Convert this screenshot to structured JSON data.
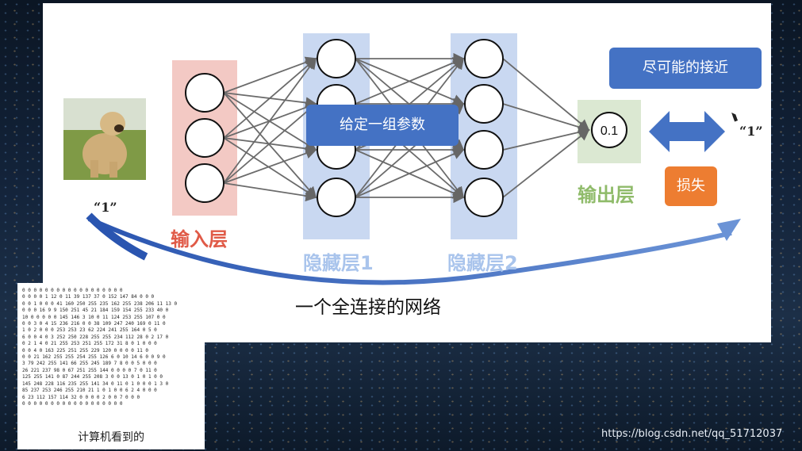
{
  "diagram": {
    "input_label": "“1”",
    "output_label": "“1”",
    "layers": {
      "input": "输入层",
      "hidden1": "隐藏层1",
      "hidden2": "隐藏层2",
      "output": "输出层"
    },
    "output_value": "0.1",
    "param_box": "给定一组参数",
    "approach_box": "尽可能的接近",
    "loss_box": "损失",
    "caption": "一个全连接的网络"
  },
  "matrix": {
    "caption": "计算机看到的",
    "rows": [
      "0 0 0 0 0 0 0 0 0 0 0 0 0 0 0 0 0 0",
      "0 0 0 0 1 12 0 11 39 137 37 0 152 147 84 0 0 0",
      "0 0 1 0 0 0 41 160 250 255 235 162 255 238 206 11 13 0",
      "0 0 0 16 9 9 150 251 45 21 184 159 154 255 233 40 0",
      "10 0 0 0 0 0 145 146 3 10 0 11 124 253 255 107 0 0",
      "0 0 3 0 4 15 236 216 0 0 38 109 247 240 169 0 11 0",
      "1 0 2 0 0 0 253 253 23 62 224 241 255 164 0 5 0",
      "6 0 0 4 0 3 252 250 228 255 255 234 112 28 0 2 17 0",
      "0 2 1 4 0 21 255 253 251 255 172 31 8 0 1 0 0 0",
      "0 0 4 0 163 225 251 255 229 120 0 0 0 0 11 0",
      "0 0 21 162 255 255 254 255 126 6 0 10 14 6 0 0 9 0",
      "3 79 242 255 141 66 255 245 189 7 8 0 0 5 0 0 0",
      "26 221 237 98 0 67 251 255 144 0 0 0 0 7 0 11 0",
      "125 255 141 0 87 244 255 208 3 0 0 13 0 1 0 1 0 0",
      "145 248 228 116 235 255 141 34 0 11 0 1 0 0 0 1 3 0",
      "85 237 253 246 255 210 21 1 0 1 0 0 6 2 4 0 0 0",
      "6 23 112 157 114 32 0 0 0 0 2 0 0 7 0 0 0",
      "0 0 0 0 0 0 0 0 0 0 0 0 0 0 0 0 0 0"
    ]
  },
  "watermark": "https://blog.csdn.net/qq_51712037",
  "colors": {
    "input_layer": "#f3c9c4",
    "hidden_layer": "#c9d8f1",
    "output_layer": "#dbe8d2",
    "input_text": "#e05a47",
    "hidden_text": "#a9c4ec",
    "output_text": "#8fbb6a",
    "blue_box": "#4472c4",
    "orange_box": "#ed7d31"
  }
}
